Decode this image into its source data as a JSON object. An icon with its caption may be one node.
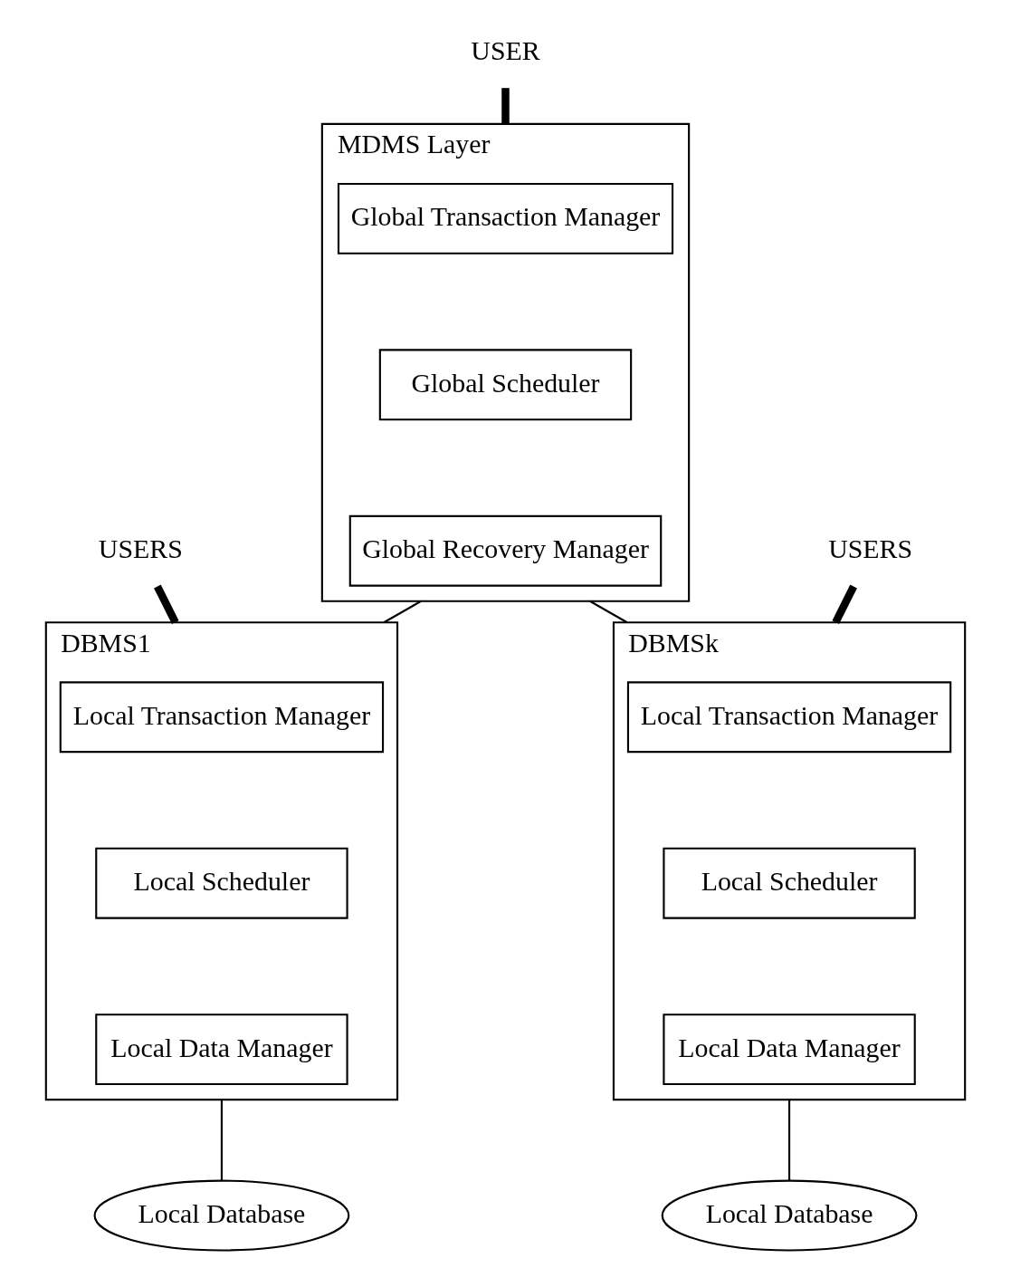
{
  "diagram": {
    "nodes": [
      {
        "text": [
          "USER"
        ]
      },
      {
        "text": [
          "MDMS Layer"
        ]
      },
      {
        "text": [
          "Global Transaction Manager"
        ],
        "in": 1
      },
      {
        "text": [
          "Global Scheduler"
        ],
        "in": 1
      },
      {
        "text": [
          "Global Recovery Manager"
        ],
        "in": 1
      },
      {
        "text": [
          "USERS"
        ]
      },
      {
        "text": [
          "USERS"
        ]
      },
      {
        "text": [
          "DBMS1"
        ]
      },
      {
        "text": [
          "Local Transaction Manager"
        ],
        "in": 7
      },
      {
        "text": [
          "Local Scheduler"
        ],
        "in": 7
      },
      {
        "text": [
          "Local Data Manager"
        ],
        "in": 7
      },
      {
        "text": [
          "DBMSk"
        ]
      },
      {
        "text": [
          "Local Transaction Manager"
        ],
        "in": 11
      },
      {
        "text": [
          "Local Scheduler"
        ],
        "in": 11
      },
      {
        "text": [
          "Local Data Manager"
        ],
        "in": 11
      },
      {
        "text": [
          "Local Database"
        ]
      },
      {
        "text": [
          "Local Database"
        ]
      }
    ],
    "edges": [
      {
        "from": 0,
        "to": 1,
        "arrow": "none",
        "style": "thick"
      },
      {
        "from": 1,
        "to": 7,
        "arrow": "none"
      },
      {
        "from": 1,
        "to": 11,
        "arrow": "none"
      },
      {
        "from": 5,
        "to": 7,
        "arrow": "none",
        "style": "thick"
      },
      {
        "from": 6,
        "to": 11,
        "arrow": "none",
        "style": "thick"
      },
      {
        "from": 7,
        "to": 15,
        "arrow": "none"
      },
      {
        "from": 11,
        "to": 16,
        "arrow": "none"
      }
    ]
  }
}
